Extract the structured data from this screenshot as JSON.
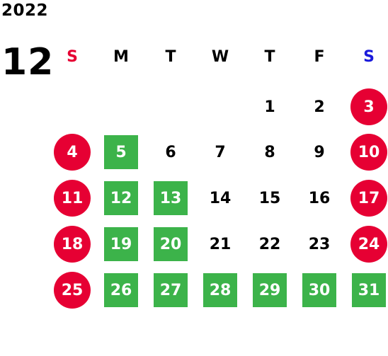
{
  "year": "2022",
  "month": "12",
  "colors": {
    "sunday": "#e60033",
    "saturday": "#1a1adb",
    "red_day": "#e60033",
    "green_day": "#3cb34a"
  },
  "weekdays": [
    "S",
    "M",
    "T",
    "W",
    "T",
    "F",
    "S"
  ],
  "weeks": [
    [
      null,
      null,
      null,
      null,
      {
        "d": "1",
        "t": "plain"
      },
      {
        "d": "2",
        "t": "plain"
      },
      {
        "d": "3",
        "t": "red"
      }
    ],
    [
      {
        "d": "4",
        "t": "red"
      },
      {
        "d": "5",
        "t": "green"
      },
      {
        "d": "6",
        "t": "plain"
      },
      {
        "d": "7",
        "t": "plain"
      },
      {
        "d": "8",
        "t": "plain"
      },
      {
        "d": "9",
        "t": "plain"
      },
      {
        "d": "10",
        "t": "red"
      }
    ],
    [
      {
        "d": "11",
        "t": "red"
      },
      {
        "d": "12",
        "t": "green"
      },
      {
        "d": "13",
        "t": "green"
      },
      {
        "d": "14",
        "t": "plain"
      },
      {
        "d": "15",
        "t": "plain"
      },
      {
        "d": "16",
        "t": "plain"
      },
      {
        "d": "17",
        "t": "red"
      }
    ],
    [
      {
        "d": "18",
        "t": "red"
      },
      {
        "d": "19",
        "t": "green"
      },
      {
        "d": "20",
        "t": "green"
      },
      {
        "d": "21",
        "t": "plain"
      },
      {
        "d": "22",
        "t": "plain"
      },
      {
        "d": "23",
        "t": "plain"
      },
      {
        "d": "24",
        "t": "red"
      }
    ],
    [
      {
        "d": "25",
        "t": "red"
      },
      {
        "d": "26",
        "t": "green"
      },
      {
        "d": "27",
        "t": "green"
      },
      {
        "d": "28",
        "t": "green"
      },
      {
        "d": "29",
        "t": "green"
      },
      {
        "d": "30",
        "t": "green"
      },
      {
        "d": "31",
        "t": "green"
      }
    ]
  ]
}
